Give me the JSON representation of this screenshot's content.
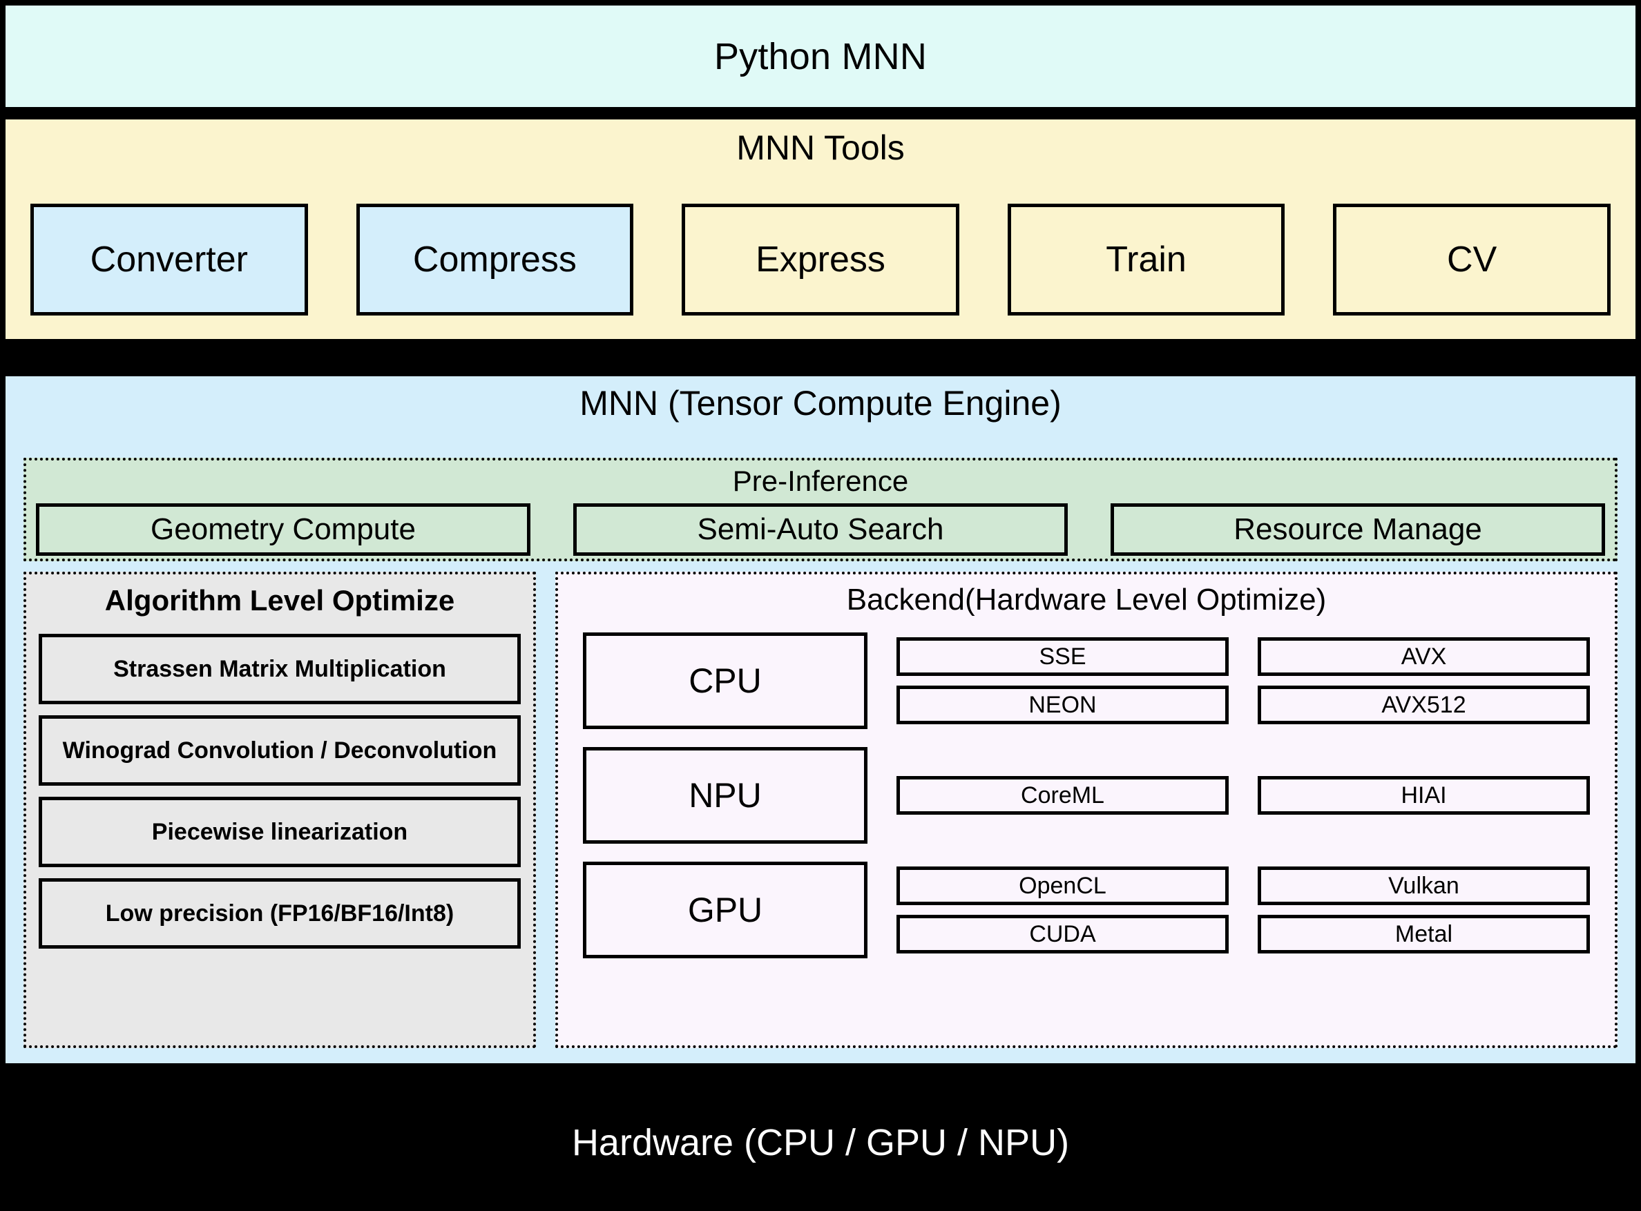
{
  "layers": {
    "python": {
      "title": "Python MNN",
      "bg": "#E0FAF7"
    },
    "tools": {
      "title": "MNN Tools",
      "bg": "#FBF4CE",
      "accent_bg": "#D4EEFB",
      "items": [
        {
          "label": "Converter",
          "accent": true
        },
        {
          "label": "Compress",
          "accent": true
        },
        {
          "label": "Express",
          "accent": false
        },
        {
          "label": "Train",
          "accent": false
        },
        {
          "label": "CV",
          "accent": false
        }
      ]
    },
    "engine": {
      "title": "MNN (Tensor Compute Engine)",
      "bg": "#D4EEFB",
      "pre_inference": {
        "title": "Pre-Inference",
        "bg": "#D1E8D4",
        "items": [
          "Geometry Compute",
          "Semi-Auto Search",
          "Resource Manage"
        ]
      },
      "algorithm_level_optimize": {
        "title": "Algorithm Level Optimize",
        "bg": "#E8E8E8",
        "items": [
          "Strassen Matrix Multiplication",
          "Winograd Convolution / Deconvolution",
          "Piecewise linearization",
          "Low precision (FP16/BF16/Int8)"
        ]
      },
      "backend": {
        "title": "Backend(Hardware Level Optimize)",
        "bg": "#FBF5FD",
        "rows": [
          {
            "processor": "CPU",
            "left_column": [
              "SSE",
              "NEON"
            ],
            "right_column": [
              "AVX",
              "AVX512"
            ]
          },
          {
            "processor": "NPU",
            "left_column": [
              "CoreML"
            ],
            "right_column": [
              "HIAI"
            ]
          },
          {
            "processor": "GPU",
            "left_column": [
              "OpenCL",
              "CUDA"
            ],
            "right_column": [
              "Vulkan",
              "Metal"
            ]
          }
        ]
      }
    },
    "hardware": {
      "title": "Hardware (CPU / GPU / NPU)",
      "bg": "#000000",
      "fg": "#FFFFFF"
    }
  }
}
